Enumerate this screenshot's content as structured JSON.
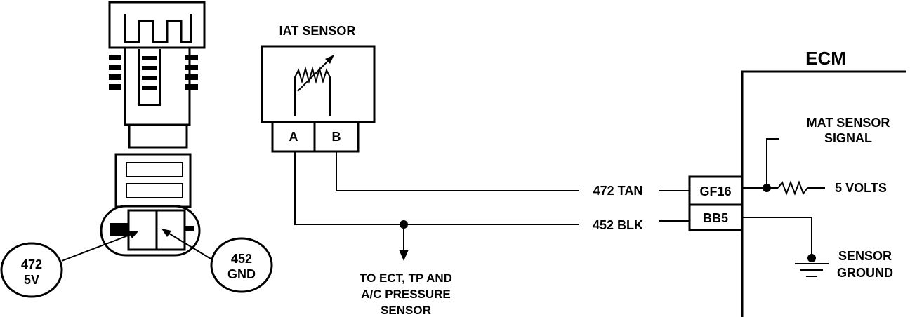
{
  "iat_sensor": {
    "title": "IAT SENSOR",
    "pin_a": "A",
    "pin_b": "B"
  },
  "wires": {
    "tan": "472 TAN",
    "blk": "452 BLK"
  },
  "splice_note": {
    "line1": "TO ECT, TP AND",
    "line2": "A/C PRESSURE",
    "line3": "SENSOR"
  },
  "ecm": {
    "title": "ECM",
    "terminal_signal": "GF16",
    "terminal_ground": "BB5",
    "mat_line1": "MAT SENSOR",
    "mat_line2": "SIGNAL",
    "volts": "5 VOLTS",
    "ground_line1": "SENSOR",
    "ground_line2": "GROUND"
  },
  "connector": {
    "callout_left_line1": "472",
    "callout_left_line2": "5V",
    "callout_right_line1": "452",
    "callout_right_line2": "GND"
  }
}
